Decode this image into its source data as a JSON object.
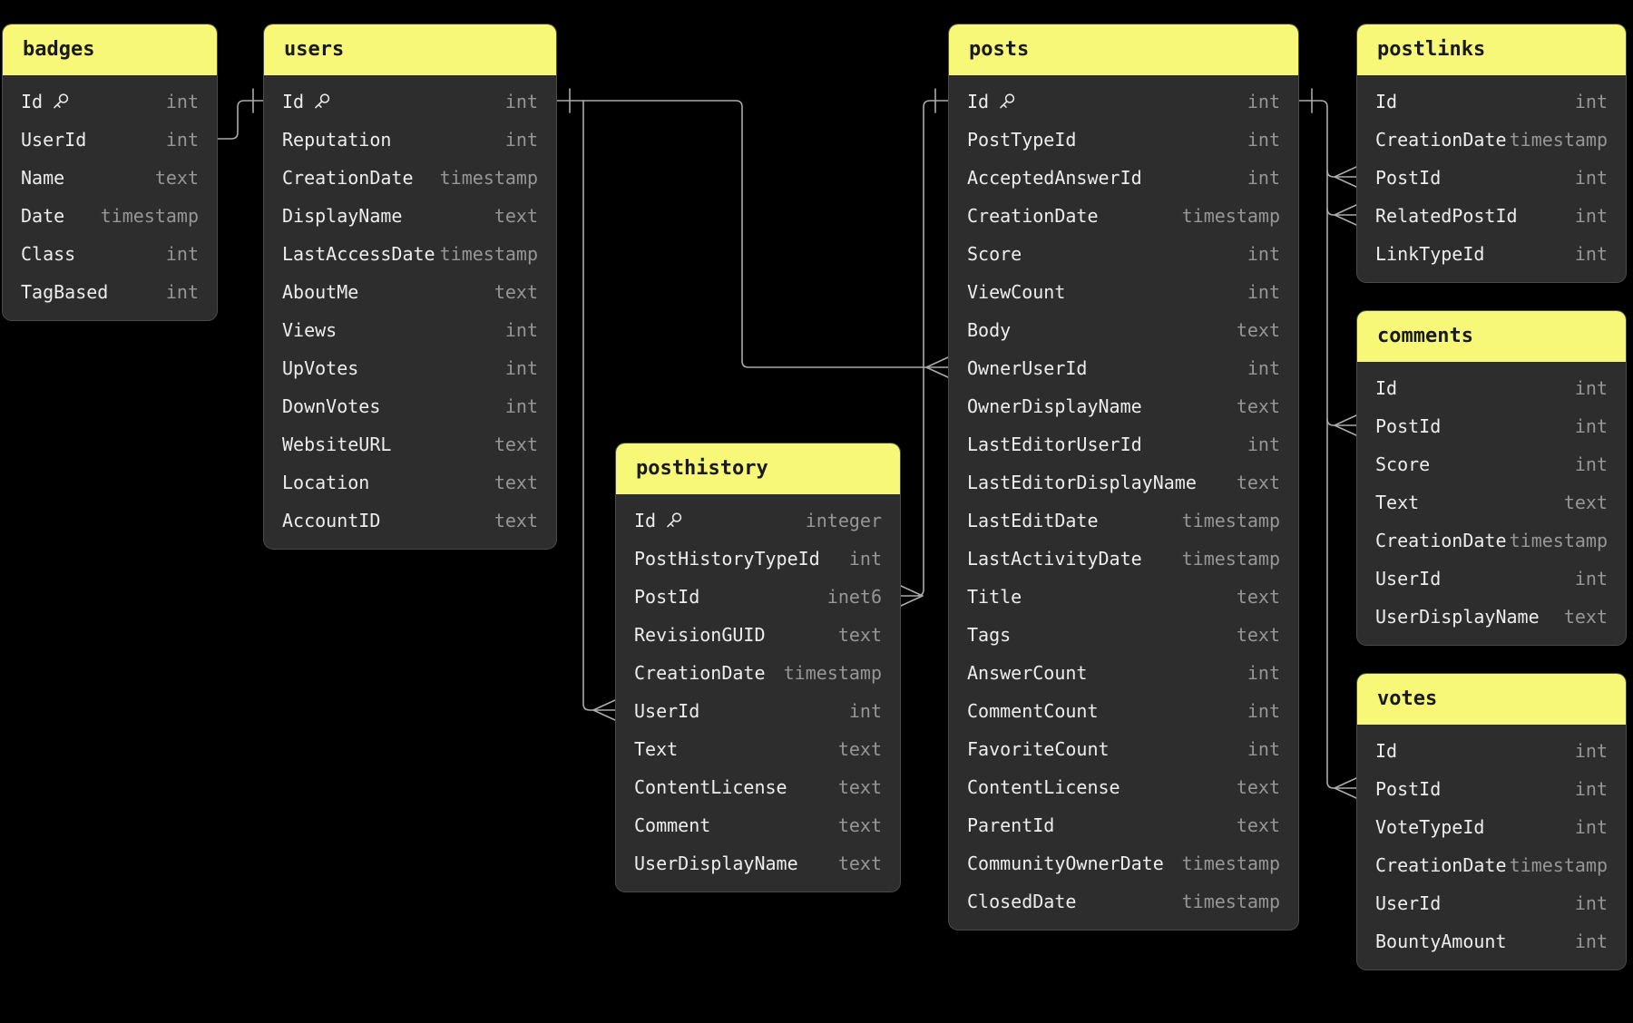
{
  "diagram": {
    "tool": "database-schema-diagram",
    "colors": {
      "background": "#000000",
      "table_header": "#f7f878",
      "table_header_text": "#1a1a1a",
      "table_body": "#2d2d2d",
      "table_border": "#4a4a4a",
      "column_name_text": "#ededed",
      "column_type_text": "#969696",
      "wire": "#ababab"
    },
    "icons": {
      "primary_key": "key-icon"
    },
    "tables": [
      {
        "name": "badges",
        "columns": [
          {
            "name": "Id",
            "type": "int",
            "key": true
          },
          {
            "name": "UserId",
            "type": "int"
          },
          {
            "name": "Name",
            "type": "text"
          },
          {
            "name": "Date",
            "type": "timestamp"
          },
          {
            "name": "Class",
            "type": "int"
          },
          {
            "name": "TagBased",
            "type": "int"
          }
        ]
      },
      {
        "name": "users",
        "columns": [
          {
            "name": "Id",
            "type": "int",
            "key": true
          },
          {
            "name": "Reputation",
            "type": "int"
          },
          {
            "name": "CreationDate",
            "type": "timestamp"
          },
          {
            "name": "DisplayName",
            "type": "text"
          },
          {
            "name": "LastAccessDate",
            "type": "timestamp"
          },
          {
            "name": "AboutMe",
            "type": "text"
          },
          {
            "name": "Views",
            "type": "int"
          },
          {
            "name": "UpVotes",
            "type": "int"
          },
          {
            "name": "DownVotes",
            "type": "int"
          },
          {
            "name": "WebsiteURL",
            "type": "text"
          },
          {
            "name": "Location",
            "type": "text"
          },
          {
            "name": "AccountID",
            "type": "text"
          }
        ]
      },
      {
        "name": "posthistory",
        "columns": [
          {
            "name": "Id",
            "type": "integer",
            "key": true
          },
          {
            "name": "PostHistoryTypeId",
            "type": "int"
          },
          {
            "name": "PostId",
            "type": "inet6"
          },
          {
            "name": "RevisionGUID",
            "type": "text"
          },
          {
            "name": "CreationDate",
            "type": "timestamp"
          },
          {
            "name": "UserId",
            "type": "int"
          },
          {
            "name": "Text",
            "type": "text"
          },
          {
            "name": "ContentLicense",
            "type": "text"
          },
          {
            "name": "Comment",
            "type": "text"
          },
          {
            "name": "UserDisplayName",
            "type": "text"
          }
        ]
      },
      {
        "name": "posts",
        "columns": [
          {
            "name": "Id",
            "type": "int",
            "key": true
          },
          {
            "name": "PostTypeId",
            "type": "int"
          },
          {
            "name": "AcceptedAnswerId",
            "type": "int"
          },
          {
            "name": "CreationDate",
            "type": "timestamp"
          },
          {
            "name": "Score",
            "type": "int"
          },
          {
            "name": "ViewCount",
            "type": "int"
          },
          {
            "name": "Body",
            "type": "text"
          },
          {
            "name": "OwnerUserId",
            "type": "int"
          },
          {
            "name": "OwnerDisplayName",
            "type": "text"
          },
          {
            "name": "LastEditorUserId",
            "type": "int"
          },
          {
            "name": "LastEditorDisplayName",
            "type": "text"
          },
          {
            "name": "LastEditDate",
            "type": "timestamp"
          },
          {
            "name": "LastActivityDate",
            "type": "timestamp"
          },
          {
            "name": "Title",
            "type": "text"
          },
          {
            "name": "Tags",
            "type": "text"
          },
          {
            "name": "AnswerCount",
            "type": "int"
          },
          {
            "name": "CommentCount",
            "type": "int"
          },
          {
            "name": "FavoriteCount",
            "type": "int"
          },
          {
            "name": "ContentLicense",
            "type": "text"
          },
          {
            "name": "ParentId",
            "type": "text"
          },
          {
            "name": "CommunityOwnerDate",
            "type": "timestamp"
          },
          {
            "name": "ClosedDate",
            "type": "timestamp"
          }
        ]
      },
      {
        "name": "postlinks",
        "columns": [
          {
            "name": "Id",
            "type": "int"
          },
          {
            "name": "CreationDate",
            "type": "timestamp"
          },
          {
            "name": "PostId",
            "type": "int"
          },
          {
            "name": "RelatedPostId",
            "type": "int"
          },
          {
            "name": "LinkTypeId",
            "type": "int"
          }
        ]
      },
      {
        "name": "comments",
        "columns": [
          {
            "name": "Id",
            "type": "int"
          },
          {
            "name": "PostId",
            "type": "int"
          },
          {
            "name": "Score",
            "type": "int"
          },
          {
            "name": "Text",
            "type": "text"
          },
          {
            "name": "CreationDate",
            "type": "timestamp"
          },
          {
            "name": "UserId",
            "type": "int"
          },
          {
            "name": "UserDisplayName",
            "type": "text"
          }
        ]
      },
      {
        "name": "votes",
        "columns": [
          {
            "name": "Id",
            "type": "int"
          },
          {
            "name": "PostId",
            "type": "int"
          },
          {
            "name": "VoteTypeId",
            "type": "int"
          },
          {
            "name": "CreationDate",
            "type": "timestamp"
          },
          {
            "name": "UserId",
            "type": "int"
          },
          {
            "name": "BountyAmount",
            "type": "int"
          }
        ]
      }
    ],
    "relationships": [
      {
        "from": "badges.UserId",
        "to": "users.Id",
        "from_marker": "none",
        "to_marker": "one"
      },
      {
        "from": "users.Id",
        "to": "posts.OwnerUserId",
        "from_marker": "one",
        "to_marker": "many"
      },
      {
        "from": "users.Id",
        "to": "posthistory.UserId",
        "from_marker": "none",
        "to_marker": "many"
      },
      {
        "from": "posts.Id",
        "to": "posthistory.PostId",
        "from_marker": "one",
        "to_marker": "many"
      },
      {
        "from": "posts.Id",
        "to": "postlinks.PostId",
        "from_marker": "one",
        "to_marker": "many"
      },
      {
        "from": "posts.Id",
        "to": "postlinks.RelatedPostId",
        "from_marker": "one",
        "to_marker": "many"
      },
      {
        "from": "posts.Id",
        "to": "comments.PostId",
        "from_marker": "one",
        "to_marker": "many"
      },
      {
        "from": "posts.Id",
        "to": "votes.PostId",
        "from_marker": "one",
        "to_marker": "many"
      }
    ]
  }
}
